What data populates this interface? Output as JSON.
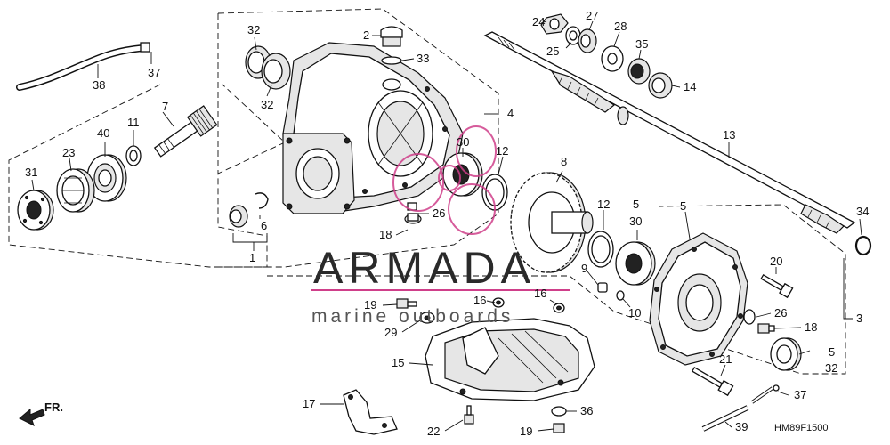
{
  "diagram": {
    "diagram_code": "HM89F1500",
    "front_marker": "FR.",
    "watermark": {
      "title": "ARMADA",
      "subtitle": "marine outboards"
    },
    "callouts": [
      "1",
      "2",
      "3",
      "4",
      "5",
      "6",
      "7",
      "8",
      "9",
      "10",
      "11",
      "12",
      "13",
      "14",
      "15",
      "16",
      "17",
      "18",
      "19",
      "20",
      "21",
      "22",
      "23",
      "24",
      "25",
      "26",
      "27",
      "28",
      "29",
      "30",
      "31",
      "32",
      "33",
      "34",
      "35",
      "36",
      "37",
      "38",
      "39",
      "40"
    ]
  }
}
